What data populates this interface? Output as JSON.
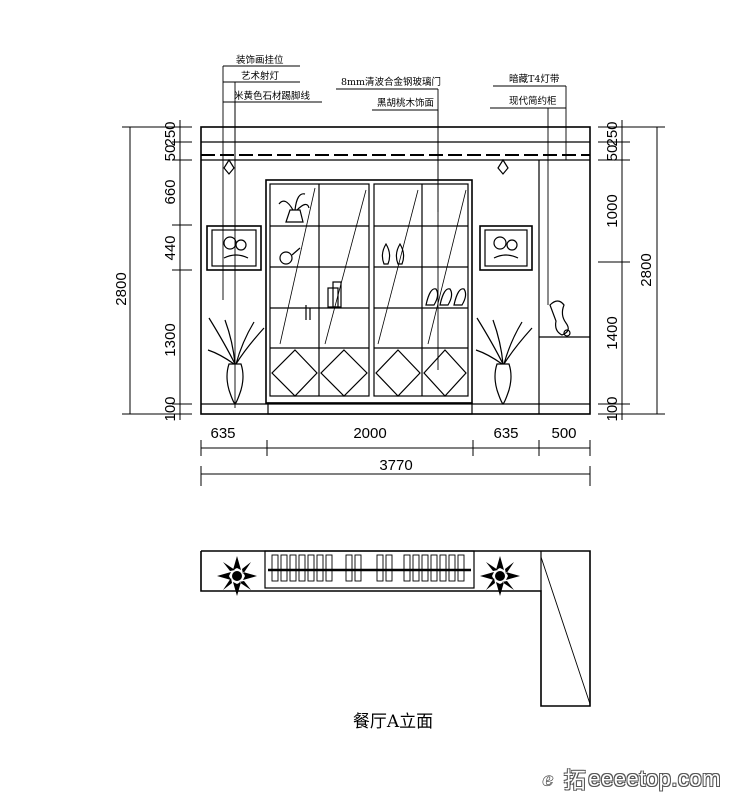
{
  "labels": {
    "left": [
      "装饰画挂位",
      "艺术射灯",
      "米黄色石材踢脚线"
    ],
    "center": [
      "8mm清波合金钢玻璃门",
      "黑胡桃木饰面"
    ],
    "right": [
      "暗藏T4灯带",
      "现代简约柜"
    ]
  },
  "dims": {
    "left_total": "2800",
    "left_stack": [
      "250",
      "50",
      "660",
      "440",
      "1300",
      "100"
    ],
    "right_total": "2800",
    "right_stack": [
      "250",
      "50",
      "1000",
      "1400",
      "100"
    ],
    "bottom_segments": [
      "635",
      "2000",
      "635",
      "500"
    ],
    "bottom_total": "3770"
  },
  "title": "餐厅A立面",
  "watermark": {
    "logo_text": "拓",
    "site": "eeeetop.com"
  }
}
